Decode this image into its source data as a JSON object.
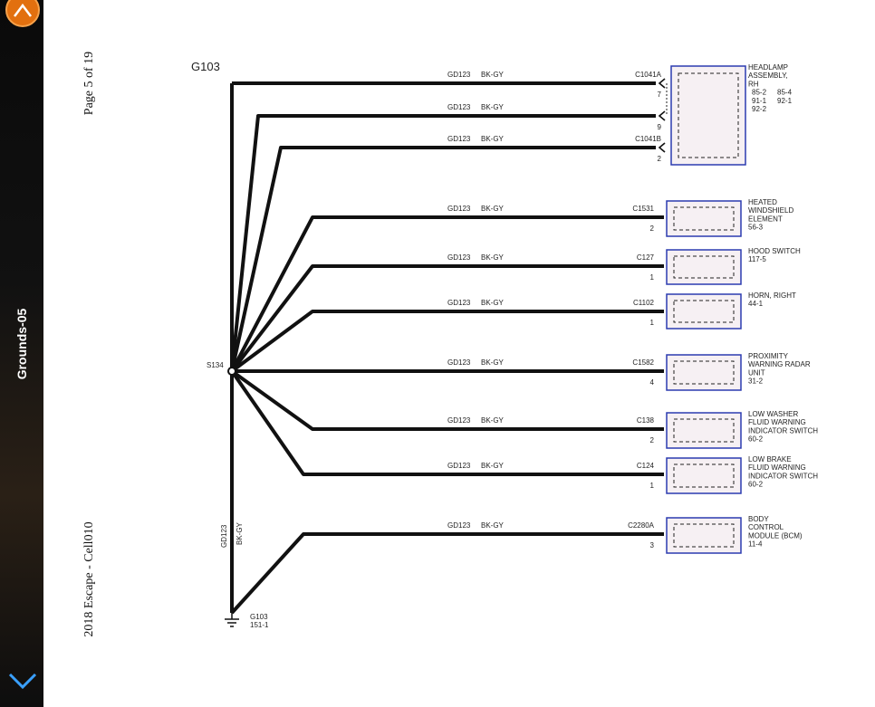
{
  "sidebar": {
    "section_title": "Grounds-05"
  },
  "page": {
    "page_label": "Page 5 of 19",
    "cell_label": "2018 Escape - Cell010"
  },
  "diagram": {
    "ground_label": "G103",
    "splice_label": "S134",
    "ground_bottom_label": "G103",
    "ground_bottom_ref": "151-1",
    "main_wire_code": "GD123",
    "main_wire_color": "BK-GY",
    "wires": [
      {
        "circuit": "GD123",
        "color": "BK-GY",
        "connector": "C1041A",
        "pin": "7"
      },
      {
        "circuit": "GD123",
        "color": "BK-GY",
        "connector": "",
        "pin": "9"
      },
      {
        "circuit": "GD123",
        "color": "BK-GY",
        "connector": "C1041B",
        "pin": "2"
      },
      {
        "circuit": "GD123",
        "color": "BK-GY",
        "connector": "C1531",
        "pin": "2"
      },
      {
        "circuit": "GD123",
        "color": "BK-GY",
        "connector": "C127",
        "pin": "1"
      },
      {
        "circuit": "GD123",
        "color": "BK-GY",
        "connector": "C1102",
        "pin": "1"
      },
      {
        "circuit": "GD123",
        "color": "BK-GY",
        "connector": "C1582",
        "pin": "4"
      },
      {
        "circuit": "GD123",
        "color": "BK-GY",
        "connector": "C138",
        "pin": "2"
      },
      {
        "circuit": "GD123",
        "color": "BK-GY",
        "connector": "C124",
        "pin": "1"
      },
      {
        "circuit": "GD123",
        "color": "BK-GY",
        "connector": "C2280A",
        "pin": "3"
      }
    ],
    "components": [
      {
        "lines": [
          "HEADLAMP",
          "ASSEMBLY,",
          "RH"
        ],
        "refs": [
          [
            "85-2",
            "85-4"
          ],
          [
            "91-1",
            "92-1"
          ],
          [
            "92-2",
            ""
          ]
        ]
      },
      {
        "lines": [
          "HEATED",
          "WINDSHIELD",
          "ELEMENT",
          "56-3"
        ],
        "refs": []
      },
      {
        "lines": [
          "HOOD SWITCH",
          "117-5"
        ],
        "refs": []
      },
      {
        "lines": [
          "HORN, RIGHT",
          "44-1"
        ],
        "refs": []
      },
      {
        "lines": [
          "PROXIMITY",
          "WARNING RADAR",
          "UNIT",
          "31-2"
        ],
        "refs": []
      },
      {
        "lines": [
          "LOW WASHER",
          "FLUID WARNING",
          "INDICATOR SWITCH",
          "60-2"
        ],
        "refs": []
      },
      {
        "lines": [
          "LOW BRAKE",
          "FLUID WARNING",
          "INDICATOR SWITCH",
          "60-2"
        ],
        "refs": []
      },
      {
        "lines": [
          "BODY",
          "CONTROL",
          "MODULE (BCM)",
          "11-4"
        ],
        "refs": []
      }
    ],
    "colors": {
      "wire": "#111111",
      "connector_border": "#2b3bb0",
      "connector_fill": "#f6f0f3",
      "sidebar_bg": "#0a0a0a",
      "app_icon": "#e2700f"
    }
  }
}
